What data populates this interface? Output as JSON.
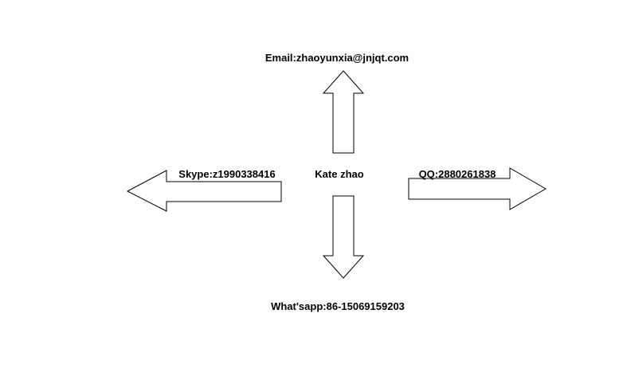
{
  "center": {
    "name": "Kate zhao"
  },
  "contacts": {
    "email": "Email:zhaoyunxia@jnjqt.com",
    "skype": "Skype:z1990338416",
    "qq": "QQ:2880261838",
    "whatsapp": "What'sapp:86-15069159203"
  },
  "colors": {
    "stroke": "#000000",
    "fill": "#ffffff",
    "text": "#000000"
  }
}
